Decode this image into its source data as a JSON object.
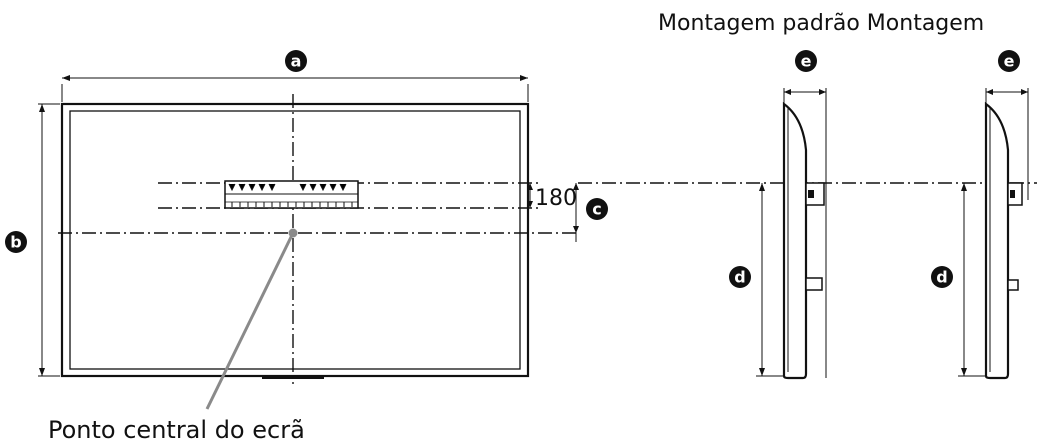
{
  "title": "Montagem padrão Montagem",
  "center_label": "Ponto central do ecrã",
  "dimension_180": "180",
  "badges": {
    "a": "a",
    "b": "b",
    "c": "c",
    "d": "d",
    "e": "e"
  }
}
